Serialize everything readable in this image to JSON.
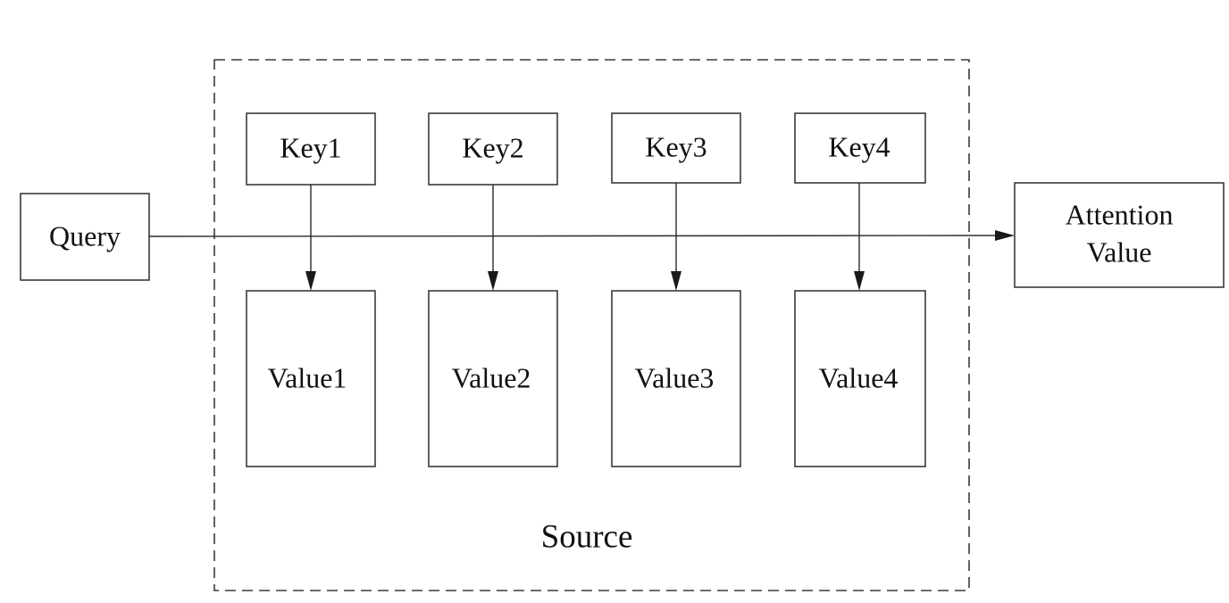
{
  "diagram": {
    "query": {
      "label": "Query"
    },
    "attention_value": {
      "line1": "Attention",
      "line2": "Value"
    },
    "source": {
      "label": "Source"
    },
    "keys": [
      {
        "label": "Key1"
      },
      {
        "label": "Key2"
      },
      {
        "label": "Key3"
      },
      {
        "label": "Key4"
      }
    ],
    "values": [
      {
        "label": "Value1"
      },
      {
        "label": "Value2"
      },
      {
        "label": "Value3"
      },
      {
        "label": "Value4"
      }
    ]
  }
}
